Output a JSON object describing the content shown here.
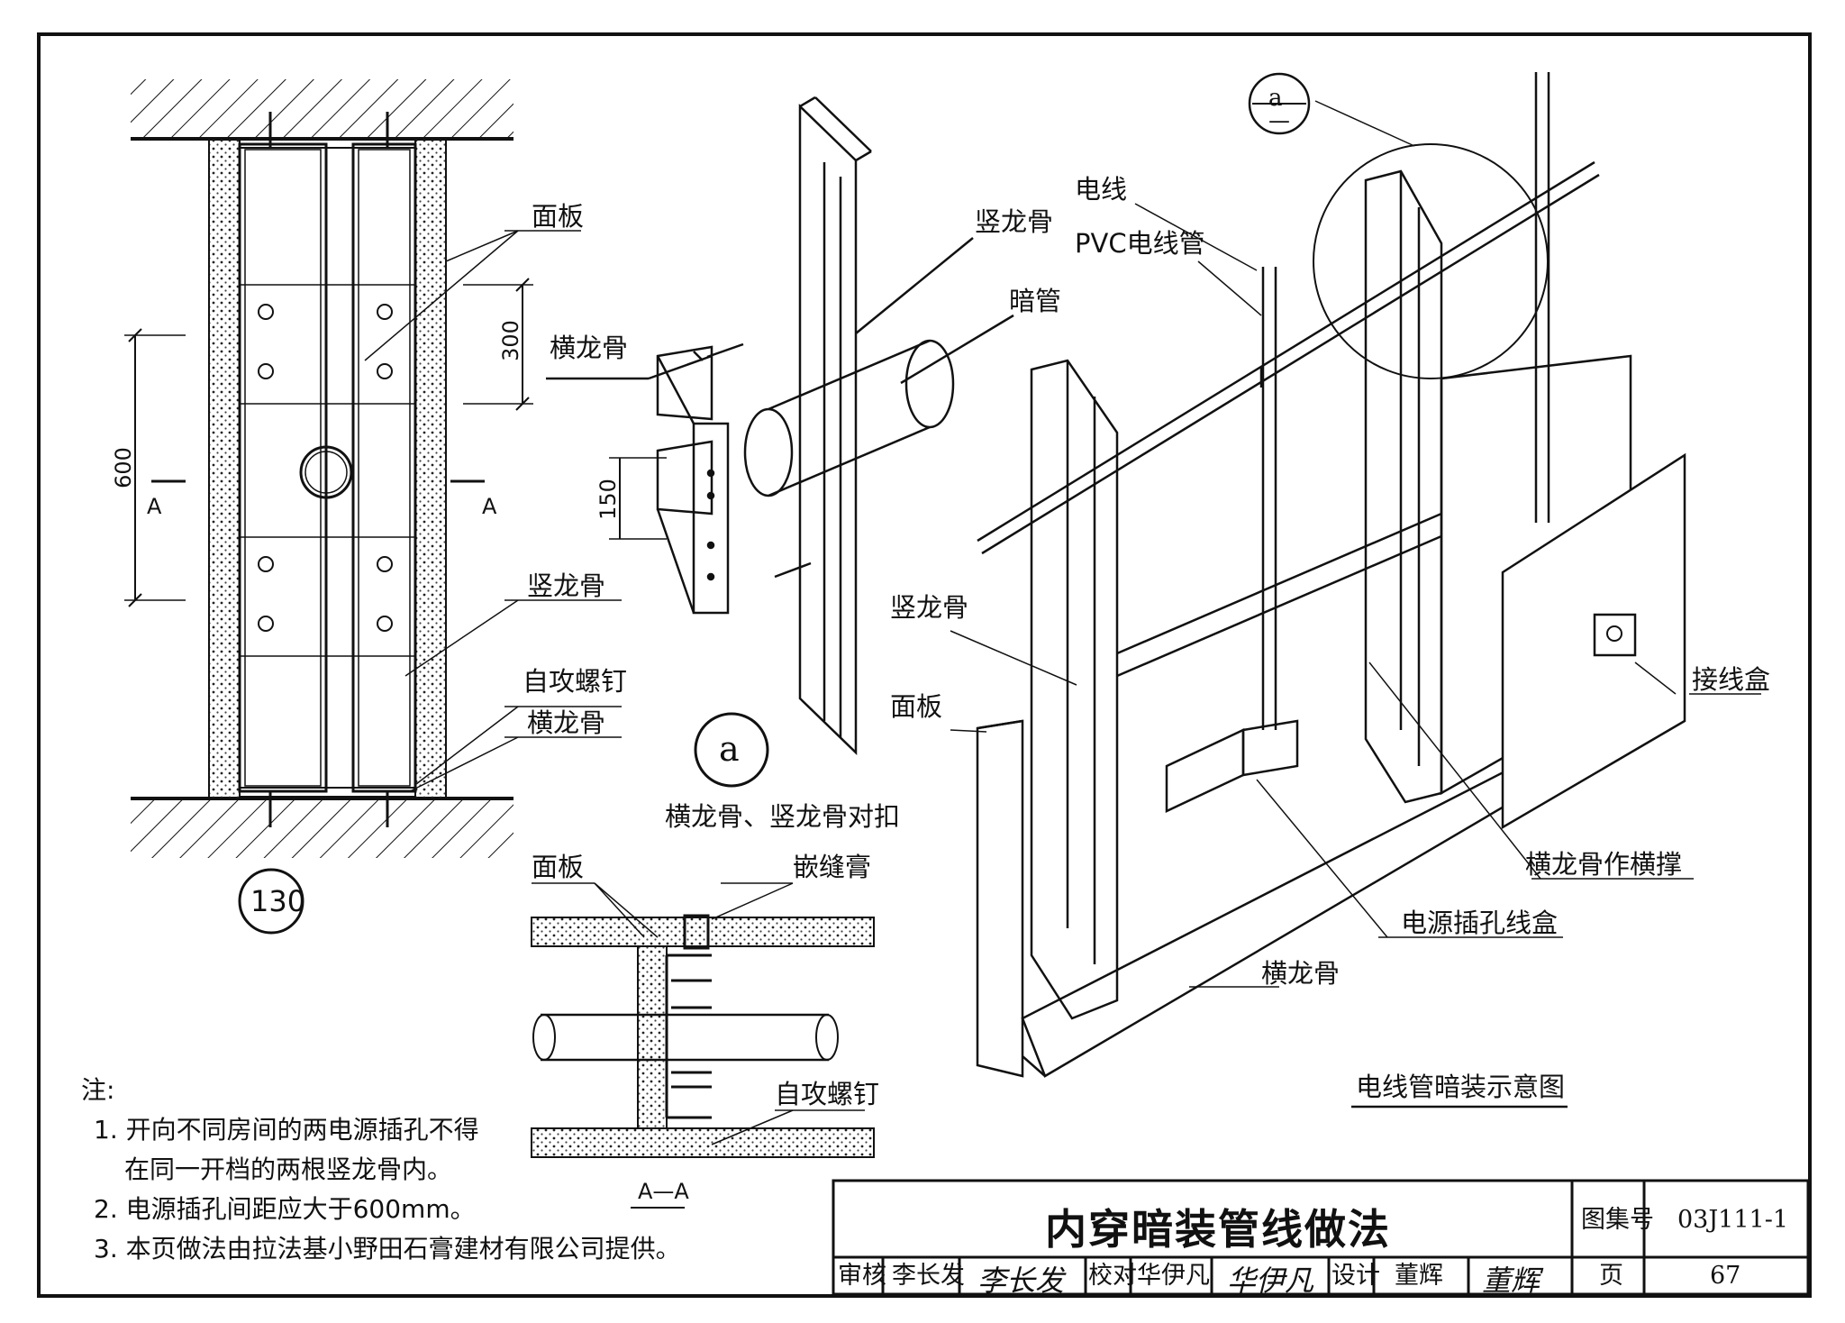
{
  "left_drawing": {
    "panel_label": "面板",
    "dim_300": "300",
    "dim_600": "600",
    "section_mark_left": "A",
    "section_mark_right": "A",
    "stud_label": "竖龙骨",
    "screw_label": "自攻螺钉",
    "track_label": "横龙骨",
    "detail_number": "130"
  },
  "detail_a": {
    "stud_label": "竖龙骨",
    "conduit_label": "暗管",
    "track_label": "横龙骨",
    "dim_150": "150",
    "marker": "a",
    "caption": "横龙骨、竖龙骨对扣"
  },
  "section_aa": {
    "panel_label": "面板",
    "joint_label": "嵌缝膏",
    "screw_label": "自攻螺钉",
    "title": "A—A"
  },
  "isometric": {
    "callout_top": "a",
    "callout_bottom": "—",
    "wire_label": "电线",
    "pvc_label": "PVC电线管",
    "stud_label": "竖龙骨",
    "panel_label": "面板",
    "junction_box_label": "接线盒",
    "brace_label": "横龙骨作横撑",
    "socket_box_label": "电源插孔线盒",
    "track_label": "横龙骨",
    "caption": "电线管暗装示意图"
  },
  "notes": {
    "heading": "注:",
    "line1": "1. 开向不同房间的两电源插孔不得",
    "line1b": "在同一开档的两根竖龙骨内。",
    "line2": "2. 电源插孔间距应大于600mm。",
    "line3": "3. 本页做法由拉法基小野田石膏建材有限公司提供。"
  },
  "title_block": {
    "title": "内穿暗装管线做法",
    "atlas_label": "图集号",
    "atlas_number": "03J111-1",
    "review_label": "审核",
    "reviewer": "李长发",
    "check_label": "校对",
    "checker": "华伊凡",
    "design_label": "设计",
    "designer": "董辉",
    "page_label": "页",
    "page_number": "67"
  }
}
